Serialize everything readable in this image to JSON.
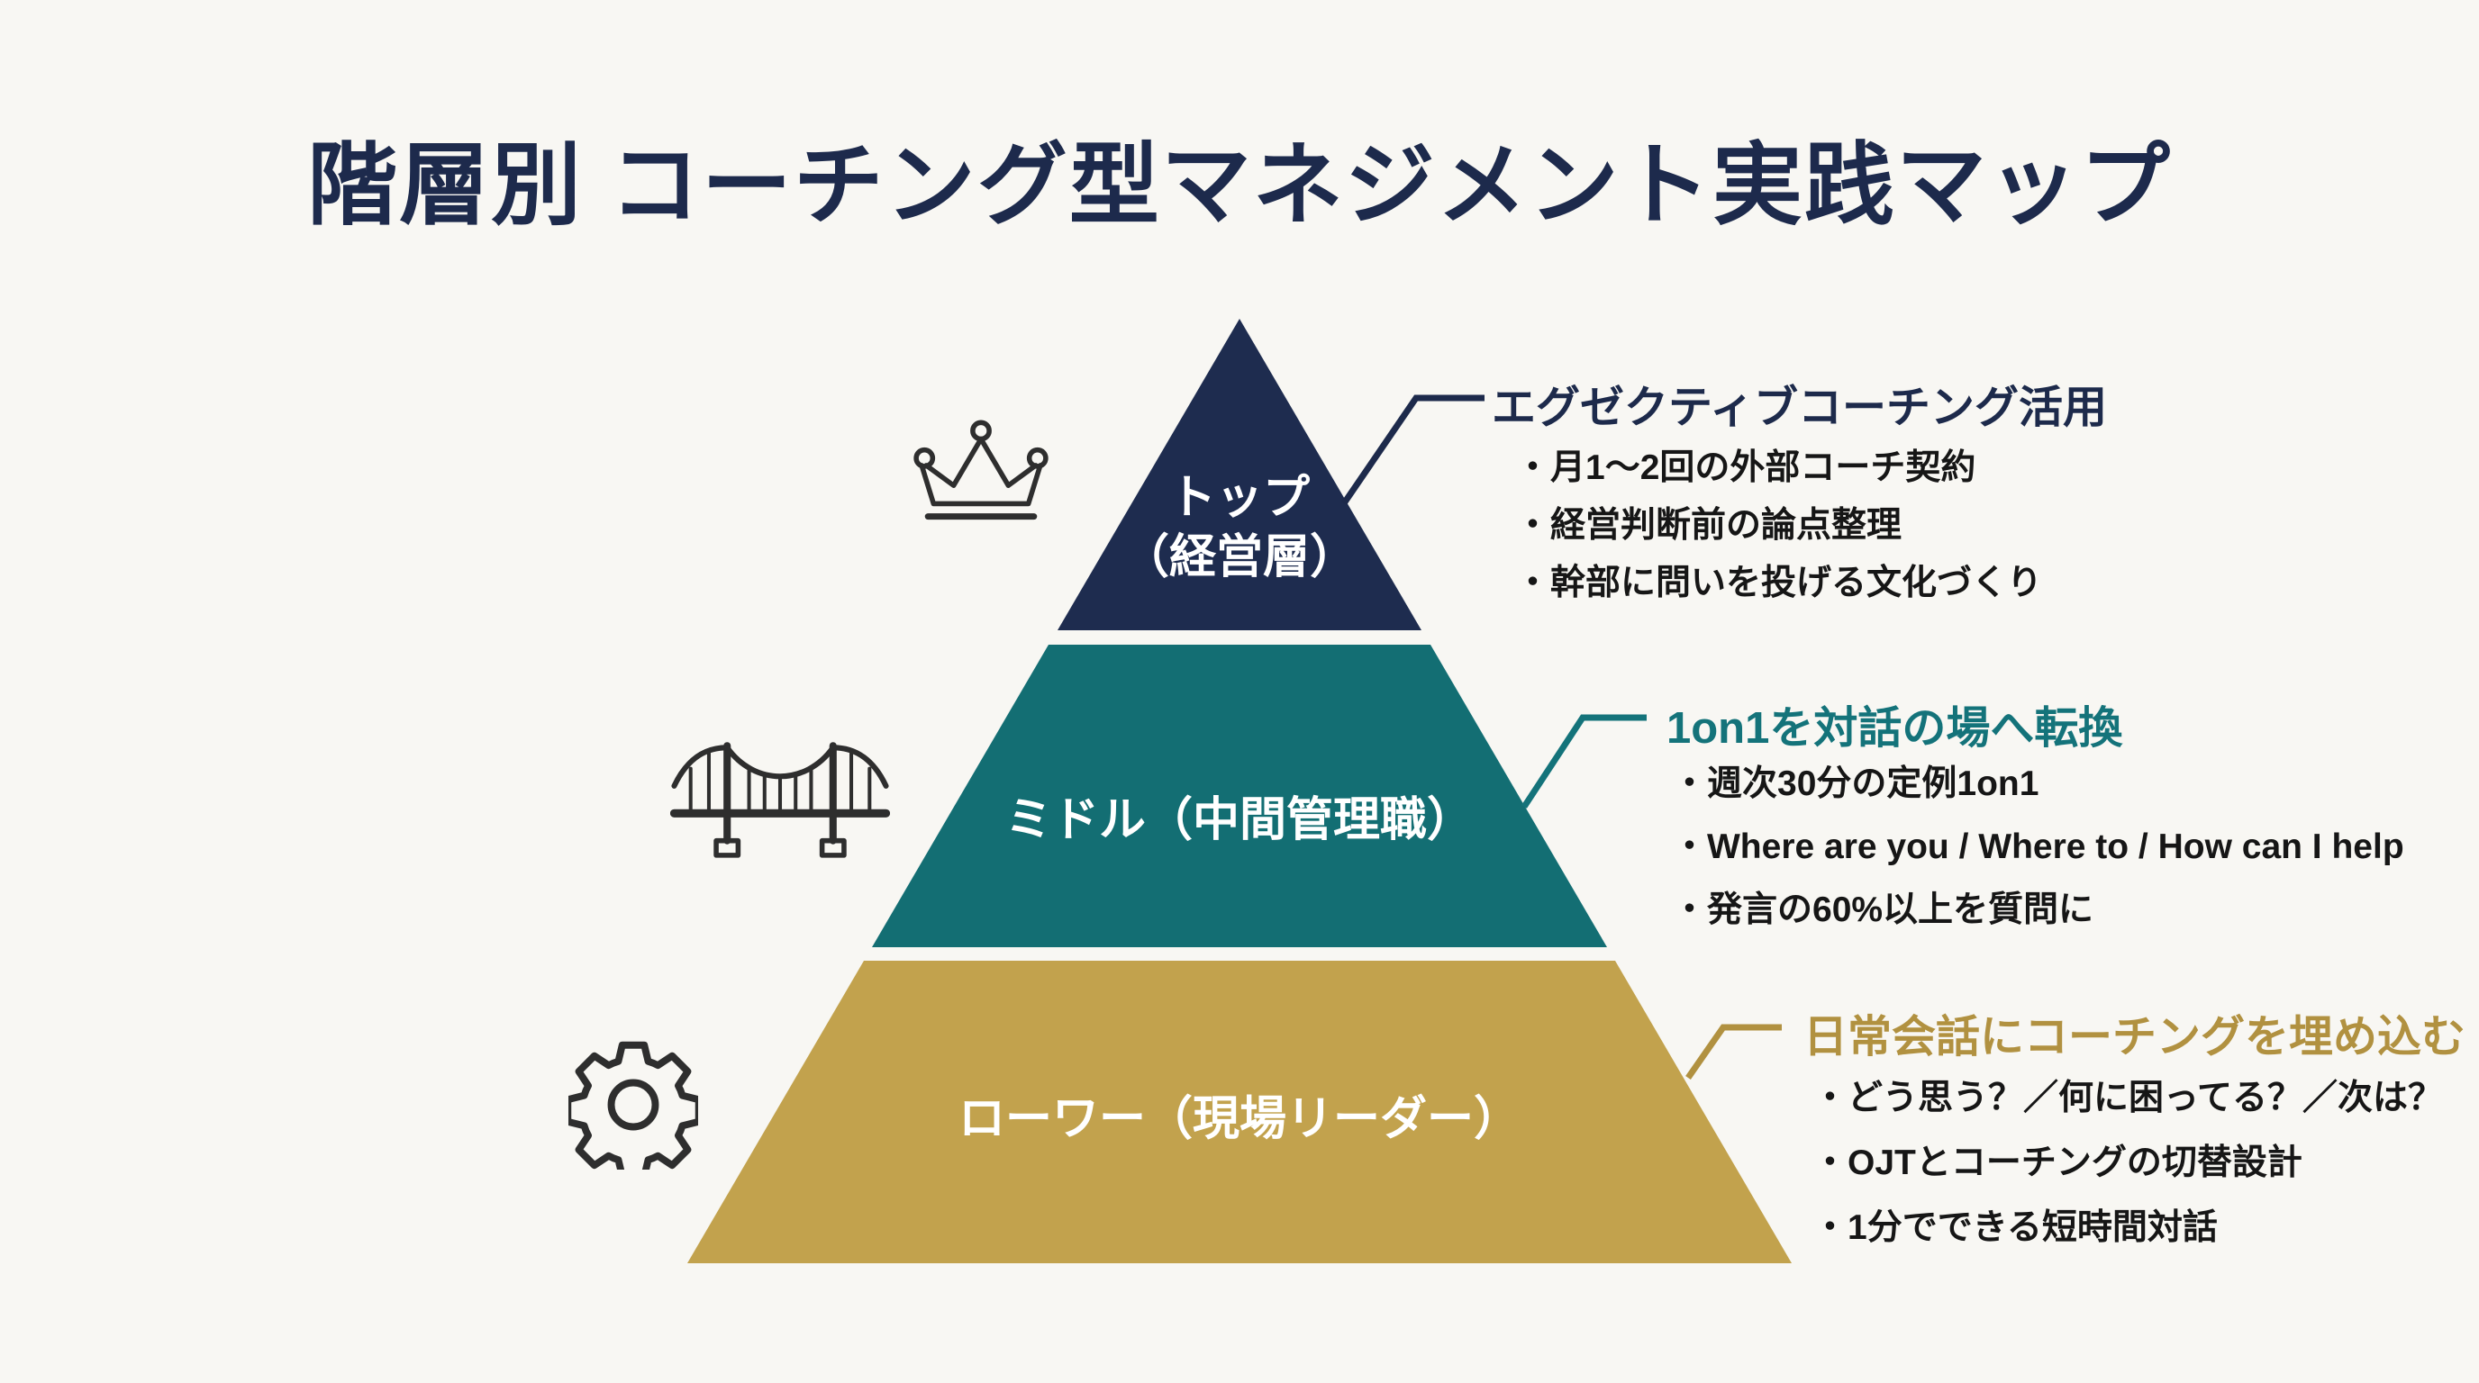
{
  "title": "階層別 コーチング型マネジメント実践マップ",
  "colors": {
    "background": "#f8f7f3",
    "navy": "#1e2c4f",
    "teal": "#136e73",
    "gold": "#c2a24d",
    "navy_heading": "#1d2a4b",
    "teal_heading": "#14737a",
    "gold_heading": "#b19140",
    "label_text": "#ffffff",
    "bullet_text": "#161616",
    "icon_stroke": "#2e2e2e"
  },
  "pyramid": {
    "layers": [
      {
        "id": "top",
        "label": "トップ",
        "label_sub": "（経営層）",
        "color": "#1e2c4f",
        "icon": "crown-icon",
        "annotation": {
          "heading": "エグゼクティブコーチング活用",
          "bullets": [
            "・月1〜2回の外部コーチ契約",
            "・経営判断前の論点整理",
            "・幹部に問いを投げる文化づくり"
          ]
        }
      },
      {
        "id": "middle",
        "label": "ミドル（中間管理職）",
        "color": "#136e73",
        "icon": "bridge-icon",
        "annotation": {
          "heading": "1on1を対話の場へ転換",
          "bullets": [
            "・週次30分の定例1on1",
            "・Where are you / Where to / How can I help",
            "・発言の60%以上を質問に"
          ]
        }
      },
      {
        "id": "lower",
        "label": "ローワー（現場リーダー）",
        "color": "#c2a24d",
        "icon": "gear-icon",
        "annotation": {
          "heading": "日常会話にコーチングを埋め込む",
          "bullets": [
            "・どう思う？／何に困ってる？／次は？",
            "・OJTとコーチングの切替設計",
            "・1分でできる短時間対話"
          ]
        }
      }
    ]
  }
}
